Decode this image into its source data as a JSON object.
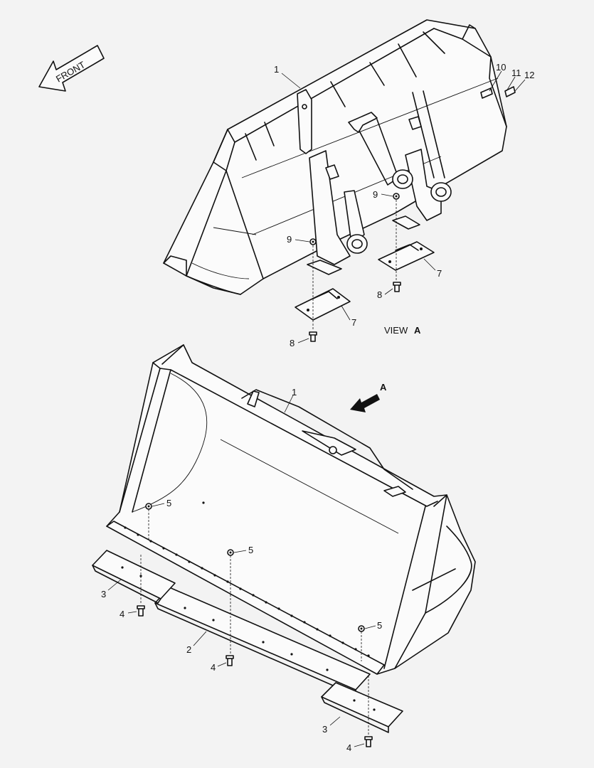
{
  "front_label": "FRONT",
  "view_label": "VIEW",
  "view_letter": "A",
  "arrow_letter": "A",
  "callouts": {
    "c1_top": "1",
    "c9_right": "9",
    "c9_left": "9",
    "c7_right": "7",
    "c7_left": "7",
    "c8_right": "8",
    "c8_left": "8",
    "c10": "10",
    "c11": "11",
    "c12": "12",
    "c1_bottom": "1",
    "c5_left": "5",
    "c5_mid": "5",
    "c5_right": "5",
    "c3_left": "3",
    "c3_right": "3",
    "c4_left": "4",
    "c4_mid": "4",
    "c4_right": "4",
    "c2": "2"
  }
}
